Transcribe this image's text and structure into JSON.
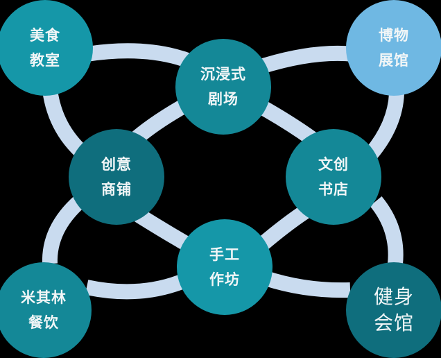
{
  "diagram": {
    "title": "",
    "colors": {
      "background": "#000000",
      "ring": "#c9dbef",
      "teal_bright": "#1597a8",
      "teal_mid": "#148897",
      "teal_dark": "#0f6e7d",
      "sky_blue": "#6fb8e3",
      "text": "#f2f6f7"
    },
    "nodes": [
      {
        "id": "food-classroom",
        "line1": "美食",
        "line2": "教室",
        "color": "#1597a8"
      },
      {
        "id": "museum",
        "line1": "博物",
        "line2": "展馆",
        "color": "#6fb8e3"
      },
      {
        "id": "immersive-theater",
        "line1": "沉浸式",
        "line2": "剧场",
        "color": "#148897"
      },
      {
        "id": "creative-shop",
        "line1": "创意",
        "line2": "商铺",
        "color": "#0f6e7d"
      },
      {
        "id": "cultural-bookstore",
        "line1": "文创",
        "line2": "书店",
        "color": "#148897"
      },
      {
        "id": "handcraft-workshop",
        "line1": "手工",
        "line2": "作坊",
        "color": "#1597a8"
      },
      {
        "id": "michelin-dining",
        "line1": "米其林",
        "line2": "餐饮",
        "color": "#148897"
      },
      {
        "id": "fitness-club",
        "line1": "健身",
        "line2": "会馆",
        "color": "#0f6e7d"
      }
    ]
  }
}
